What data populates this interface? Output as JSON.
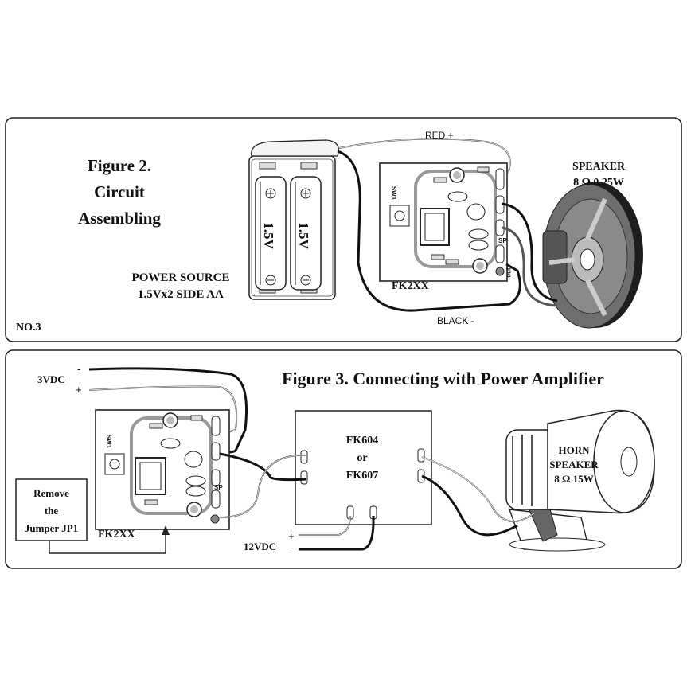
{
  "fig2": {
    "title_lines": [
      "Figure 2.",
      "Circuit",
      "Assembling"
    ],
    "red_label": "RED +",
    "black_label": "BLACK -",
    "battery_label_1": "1.5V",
    "battery_label_2": "1.5V",
    "power_label_1": "POWER SOURCE",
    "power_label_2": "1.5Vx2 SIDE AA",
    "board_label": "FK2XX",
    "sw_label": "SW1",
    "sp_label": "SP",
    "out_label": "out",
    "speaker_label_1": "SPEAKER",
    "speaker_label_2": "8 Ω 0.25W",
    "panel_no": "NO.3"
  },
  "fig3": {
    "title": "Figure 3. Connecting with Power Amplifier",
    "vdc3_label": "3VDC",
    "minus_sign": "-",
    "plus_sign": "+",
    "board_label": "FK2XX",
    "sw_label": "SW1",
    "sp_label": "SP",
    "note_lines": [
      "Remove",
      "the",
      "Jumper JP1"
    ],
    "amp_lines": [
      "FK604",
      "or",
      "FK607"
    ],
    "vdc12_label": "12VDC",
    "horn_lines": [
      "HORN",
      "SPEAKER",
      "8 Ω 15W"
    ]
  }
}
